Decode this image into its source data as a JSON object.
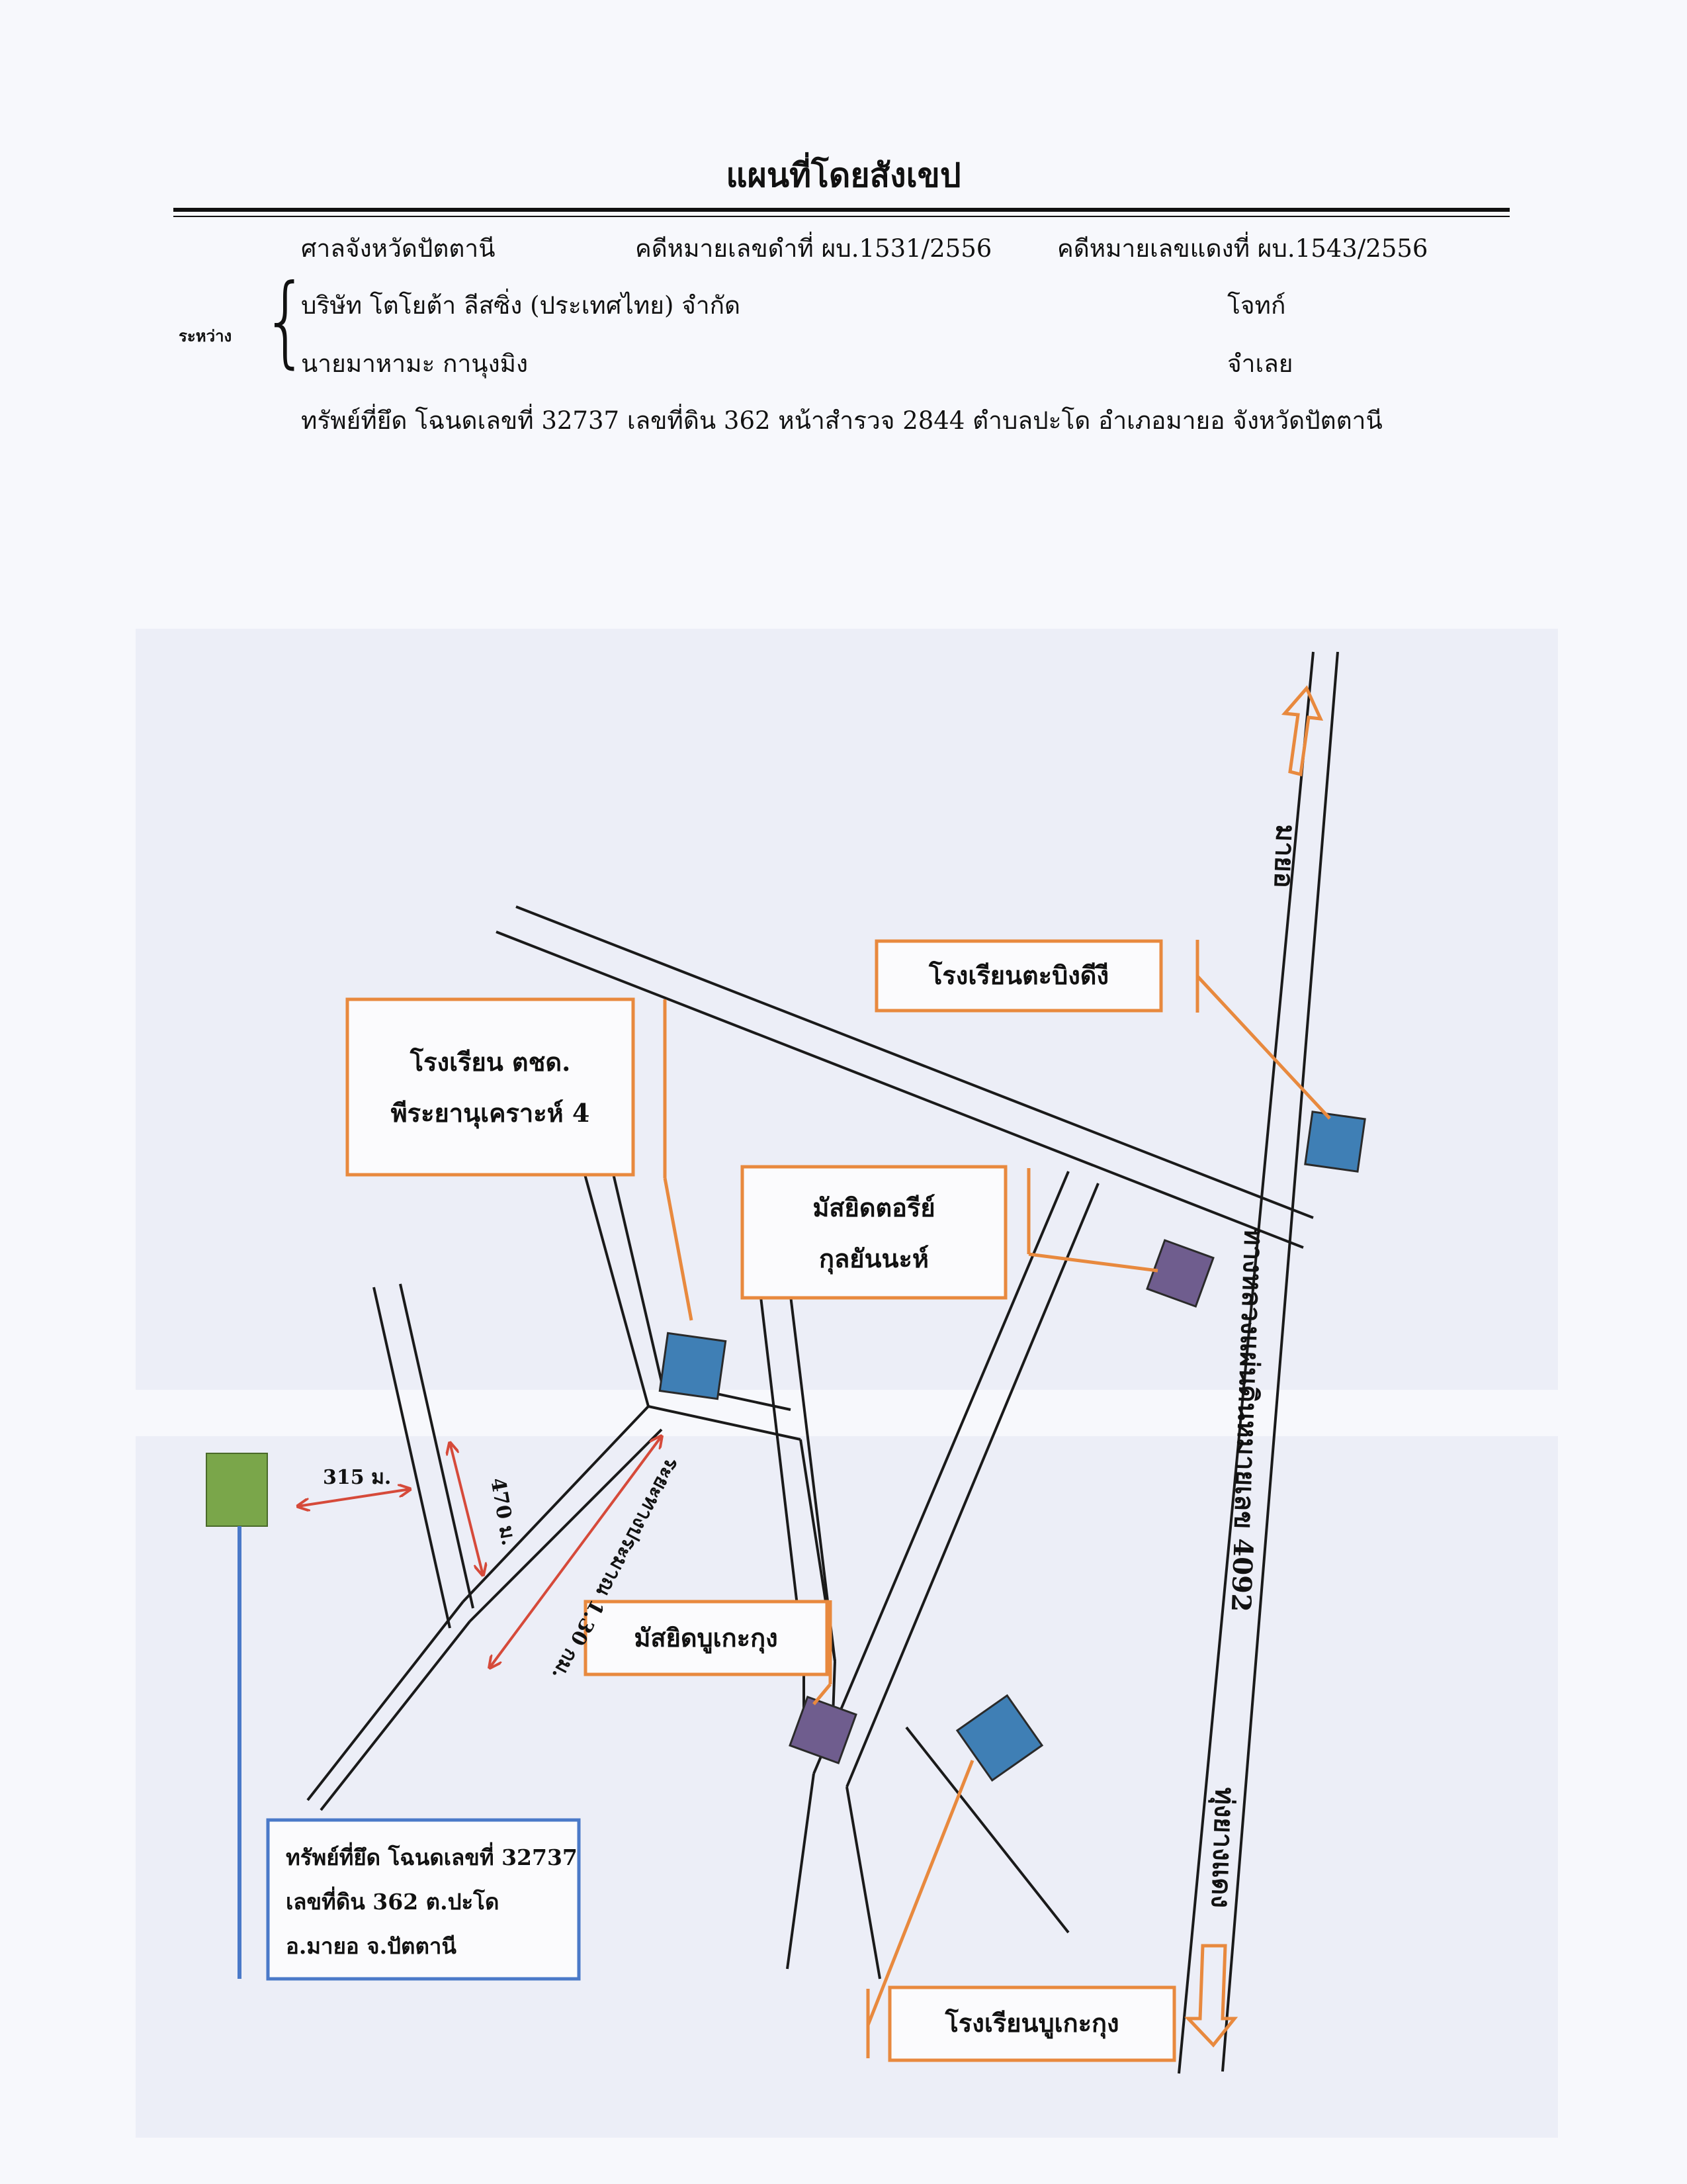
{
  "title": "แผนที่โดยสังเขป",
  "header": {
    "court": "ศาลจังหวัดปัตตานี",
    "black_case": "คดีหมายเลขดำที่ ผบ.1531/2556",
    "red_case": "คดีหมายเลขแดงที่ ผบ.1543/2556",
    "between_label": "ระหว่าง",
    "plaintiff": "บริษัท โตโยต้า ลีสซิ่ง (ประเทศไทย) จำกัด",
    "plaintiff_role": "โจทก์",
    "defendant": "นายมาหามะ กานุงมิง",
    "defendant_role": "จำเลย",
    "property": "ทรัพย์ที่ยึด โฉนดเลขที่ 32737 เลขที่ดิน 362 หน้าสำรวจ 2844 ตำบลปะโด อำเภอมายอ จังหวัดปัตตานี"
  },
  "map": {
    "school_tbd_line1": "โรงเรียน ตชด.",
    "school_tbd_line2": "พีระยานุเคราะห์ 4",
    "school_tabingdi": "โรงเรียนตะบิงดีงี",
    "mosque_toree_line1": "มัสยิดตอรีย์",
    "mosque_toree_line2": "กุลยันนะห์",
    "mosque_bukekung": "มัสยิดบูเกะกุง",
    "school_bukekung": "โรงเรียนบูเกะกุง",
    "highway": "ทางหลวงแผ่นดินหมายเลข 4092",
    "to_mayo": "มายอ",
    "to_thungyangdaeng": "ทุ่งยางแดง",
    "dist_130": "ระยะทางประมาณ 1.30 กม.",
    "dist_470": "470 ม.",
    "dist_315": "315 ม.",
    "property_line1": "ทรัพย์ที่ยึด โฉนดเลขที่ 32737",
    "property_line2": "เลขที่ดิน 362 ต.ปะโด",
    "property_line3": "อ.มายอ จ.ปัตตานี"
  },
  "colors": {
    "label_border": "#e8893e",
    "property_border": "#4a79c8",
    "school_marker": "#3f7fb5",
    "mosque_marker": "#6f5d8e",
    "property_marker": "#7aa64a",
    "arrow": "#d64a3a",
    "road": "#1a1a1a"
  }
}
